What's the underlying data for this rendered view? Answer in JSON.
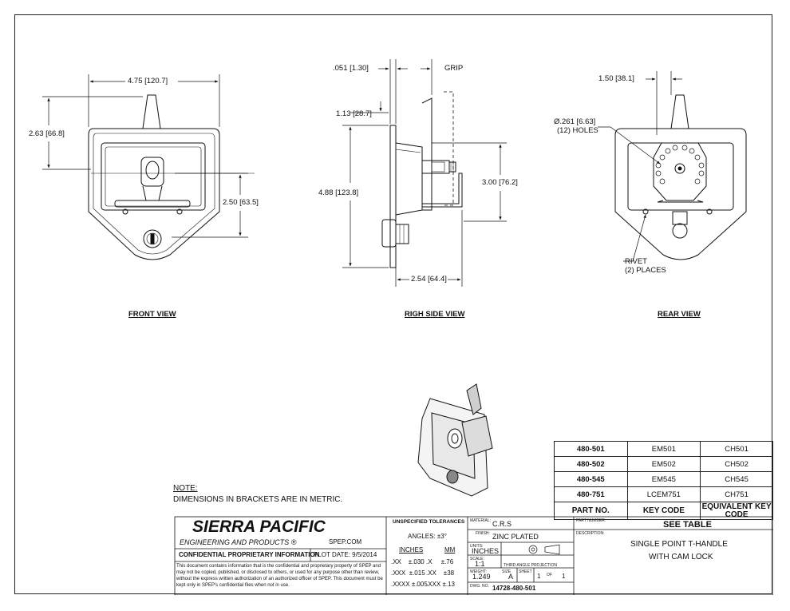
{
  "views": {
    "front": "FRONT VIEW",
    "side": "RIGH SIDE VIEW",
    "rear": "REAR VIEW"
  },
  "dims": {
    "front_width": "4.75 [120.7]",
    "front_height_top": "2.63 [66.8]",
    "front_height_bottom": "2.50 [63.5]",
    "side_offset": ".051 [1.30]",
    "grip": "GRIP",
    "side_top": "1.13 [28.7]",
    "side_total": "4.88 [123.8]",
    "side_mid": "3.00 [76.2]",
    "side_depth": "2.54 [64.4]",
    "rear_width": "1.50 [38.1]",
    "holes_line1": "Ø.261 [6.63]",
    "holes_line2": "(12) HOLES",
    "rivet_line1": "RIVET",
    "rivet_line2": "(2) PLACES"
  },
  "note": {
    "title": "NOTE:",
    "text": "DIMENSIONS IN BRACKETS ARE IN METRIC."
  },
  "parts_table": {
    "rows": [
      [
        "480-501",
        "EM501",
        "CH501"
      ],
      [
        "480-502",
        "EM502",
        "CH502"
      ],
      [
        "480-545",
        "EM545",
        "CH545"
      ],
      [
        "480-751",
        "LCEM751",
        "CH751"
      ]
    ],
    "headers": [
      "PART NO.",
      "KEY CODE",
      "EQUIVALENT KEY CODE"
    ]
  },
  "title_block": {
    "company": "SIERRA PACIFIC",
    "company_sub": "ENGINEERING AND PRODUCTS",
    "registered": "®",
    "website": "SPEP.COM",
    "confidential": "CONFIDENTIAL PROPRIETARY INFORMATION",
    "plot_date": "PLOT DATE:  9/5/2014",
    "legal": "This document contains information that is the confidential and proprietary property of SPEP and may not be copied, published, or disclosed to others, or used for any purpose other than review, without the express written authorization of an authorized officer of SPEP. This document must be kept only in SPEP's confidential files when not in use.",
    "tolerances_title": "UNSPECIFIED TOLERANCES",
    "angles": "ANGLES: ±3°",
    "inches_label": "INCHES",
    "mm_label": "MM",
    "tol_inch": [
      [
        ".XX",
        "±.030"
      ],
      [
        ".XXX",
        "±.015"
      ],
      [
        ".XXXX",
        "±.005"
      ]
    ],
    "tol_mm": [
      [
        ".X",
        "±.76"
      ],
      [
        ".XX",
        "±38"
      ],
      [
        ".XXX",
        "±.13"
      ]
    ],
    "material_label": "MATERIAL:",
    "material": "C.R.S",
    "finish_label": "FINISH:",
    "finish": "ZINC PLATED",
    "units_label": "UNITS:",
    "units": "INCHES",
    "scale_label": "SCALE:",
    "scale": "1:1",
    "projection": "THIRD ANGLE PROJECTION",
    "weight_label": "WEIGHT:",
    "weight": "1.249",
    "size_label": "SIZE",
    "size": "A",
    "sheet_label": "SHEET",
    "sheet": "1",
    "of_label": "OF",
    "sheet_total": "1",
    "dwg_label": "DWG. NO.",
    "dwg_no": "14728-480-501",
    "part_number_label": "PART NUMBER:",
    "part_number": "SEE TABLE",
    "description_label": "DESCRIPTION:",
    "description_line1": "SINGLE POINT T-HANDLE",
    "description_line2": "WITH CAM LOCK"
  }
}
